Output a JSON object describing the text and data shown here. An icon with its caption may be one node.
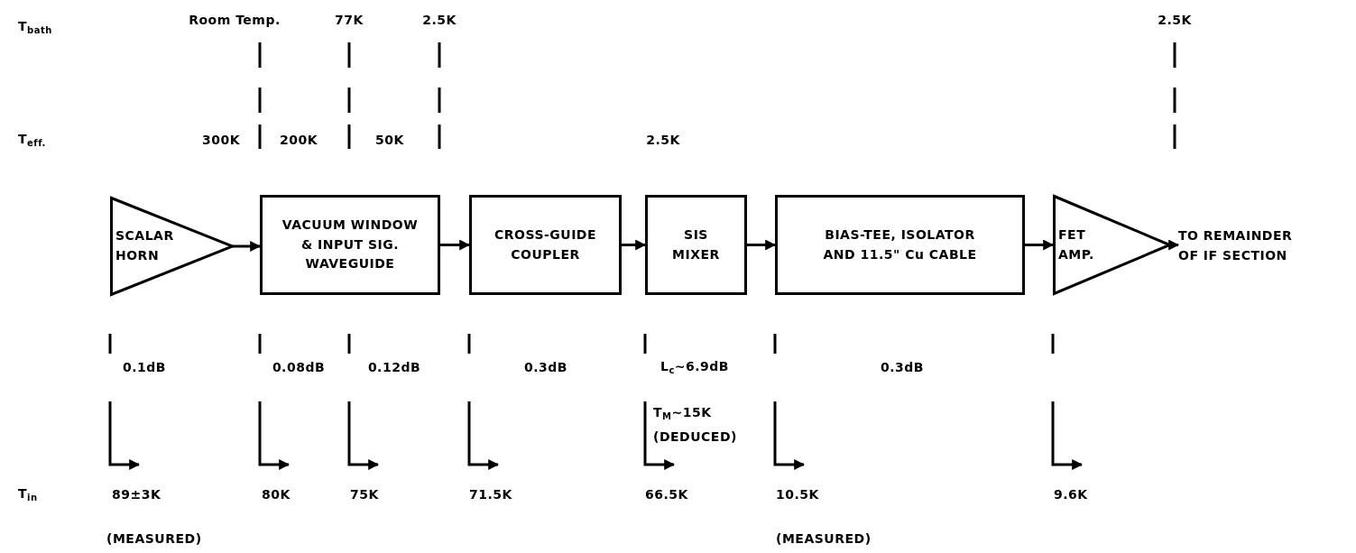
{
  "diagram": {
    "nodes": [
      {
        "text": [
          "SCALAR HORN"
        ]
      },
      {
        "text": [
          "VACUUM WINDOW & INPUT SIG. WAVEGUIDE"
        ]
      },
      {
        "text": [
          "CROSS-GUIDE COUPLER"
        ]
      },
      {
        "text": [
          "SIS MIXER"
        ]
      },
      {
        "text": [
          "BIAS-TEE, ISOLATOR AND 11.5\" Cu CABLE"
        ]
      },
      {
        "text": [
          "FET AMP."
        ]
      },
      {
        "text": [
          "TO REMAINDER OF IF SECTION"
        ]
      }
    ],
    "edges": [
      {
        "from": 0,
        "to": 1,
        "arrow": "to"
      },
      {
        "from": 1,
        "to": 2,
        "arrow": "to"
      },
      {
        "from": 2,
        "to": 3,
        "arrow": "to"
      },
      {
        "from": 3,
        "to": 4,
        "arrow": "to"
      },
      {
        "from": 4,
        "to": 5,
        "arrow": "to"
      },
      {
        "from": 5,
        "to": 6,
        "arrow": "to"
      }
    ],
    "labels": [
      "T$_{bath}$",
      "Room Temp.",
      "77K",
      "2.5K",
      "2.5K",
      "T$_{eff.}$",
      "300K",
      "200K",
      "50K",
      "2.5K",
      "0.1dB",
      "0.08dB",
      "0.12dB",
      "0.3dB",
      "L$_{c}$~6.9dB",
      "0.3dB",
      "T$_{M}$~15K",
      "(DEDUCED)",
      "T$_{in}$",
      "89±3K",
      "80K",
      "75K",
      "71.5K",
      "66.5K",
      "10.5K",
      "9.6K",
      "(MEASURED)",
      "(MEASURED)"
    ]
  }
}
